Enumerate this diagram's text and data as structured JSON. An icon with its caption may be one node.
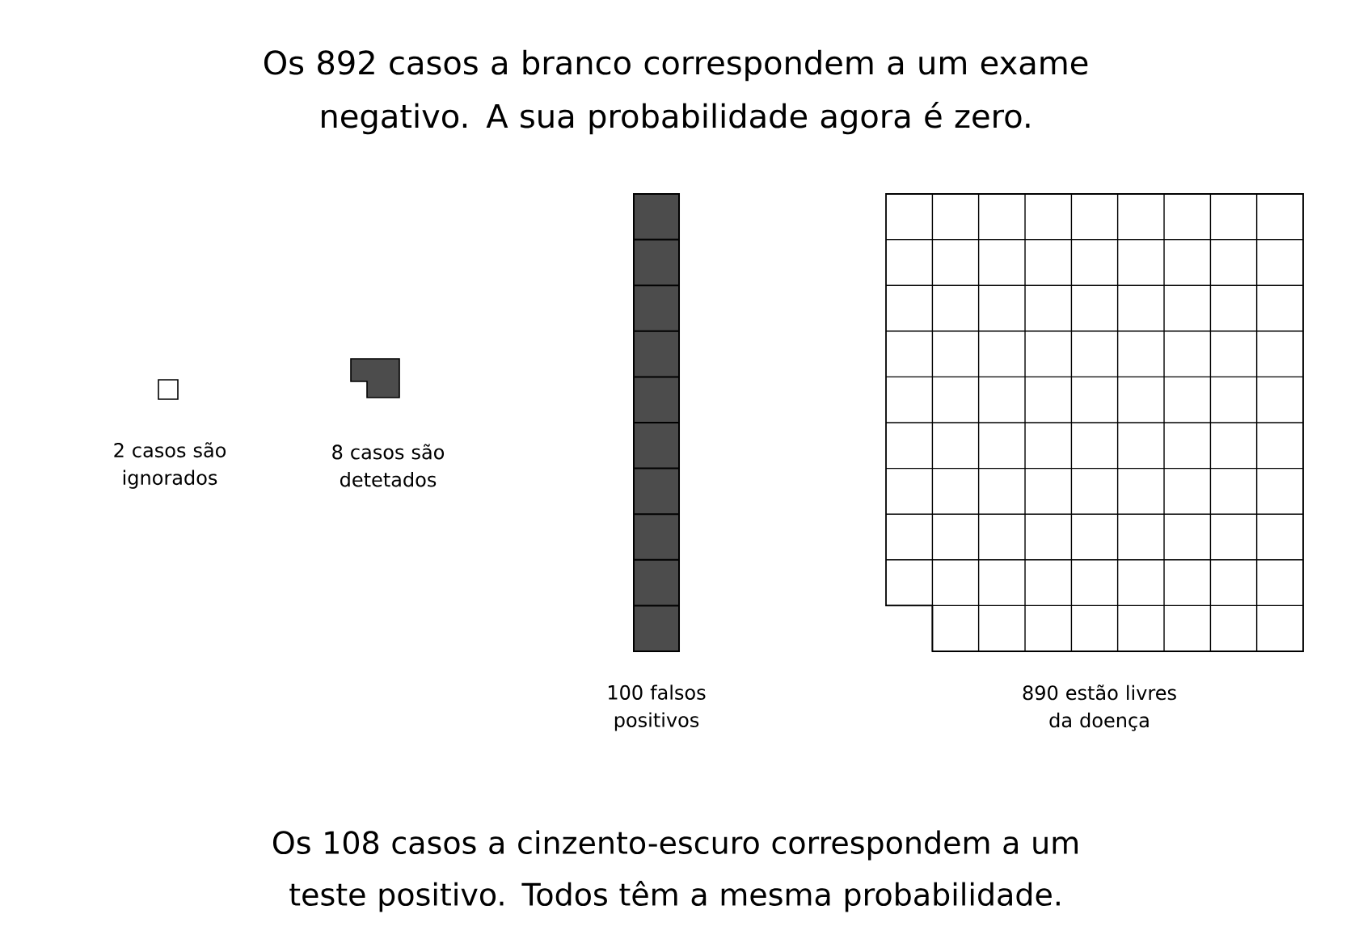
{
  "diagram": {
    "title": "Os 892 casos a branco correspondem a um exame negativo. A sua probabilidade agora é zero.",
    "caption": "Os 108 casos a cinzento-escuro correspondem a um teste positivo. Todos têm a mesma probabilidade.",
    "labels": [
      "2 casos são ignorados",
      "8 casos são detetados",
      "100 falsos positivos",
      "890 estão livres da doença"
    ]
  }
}
